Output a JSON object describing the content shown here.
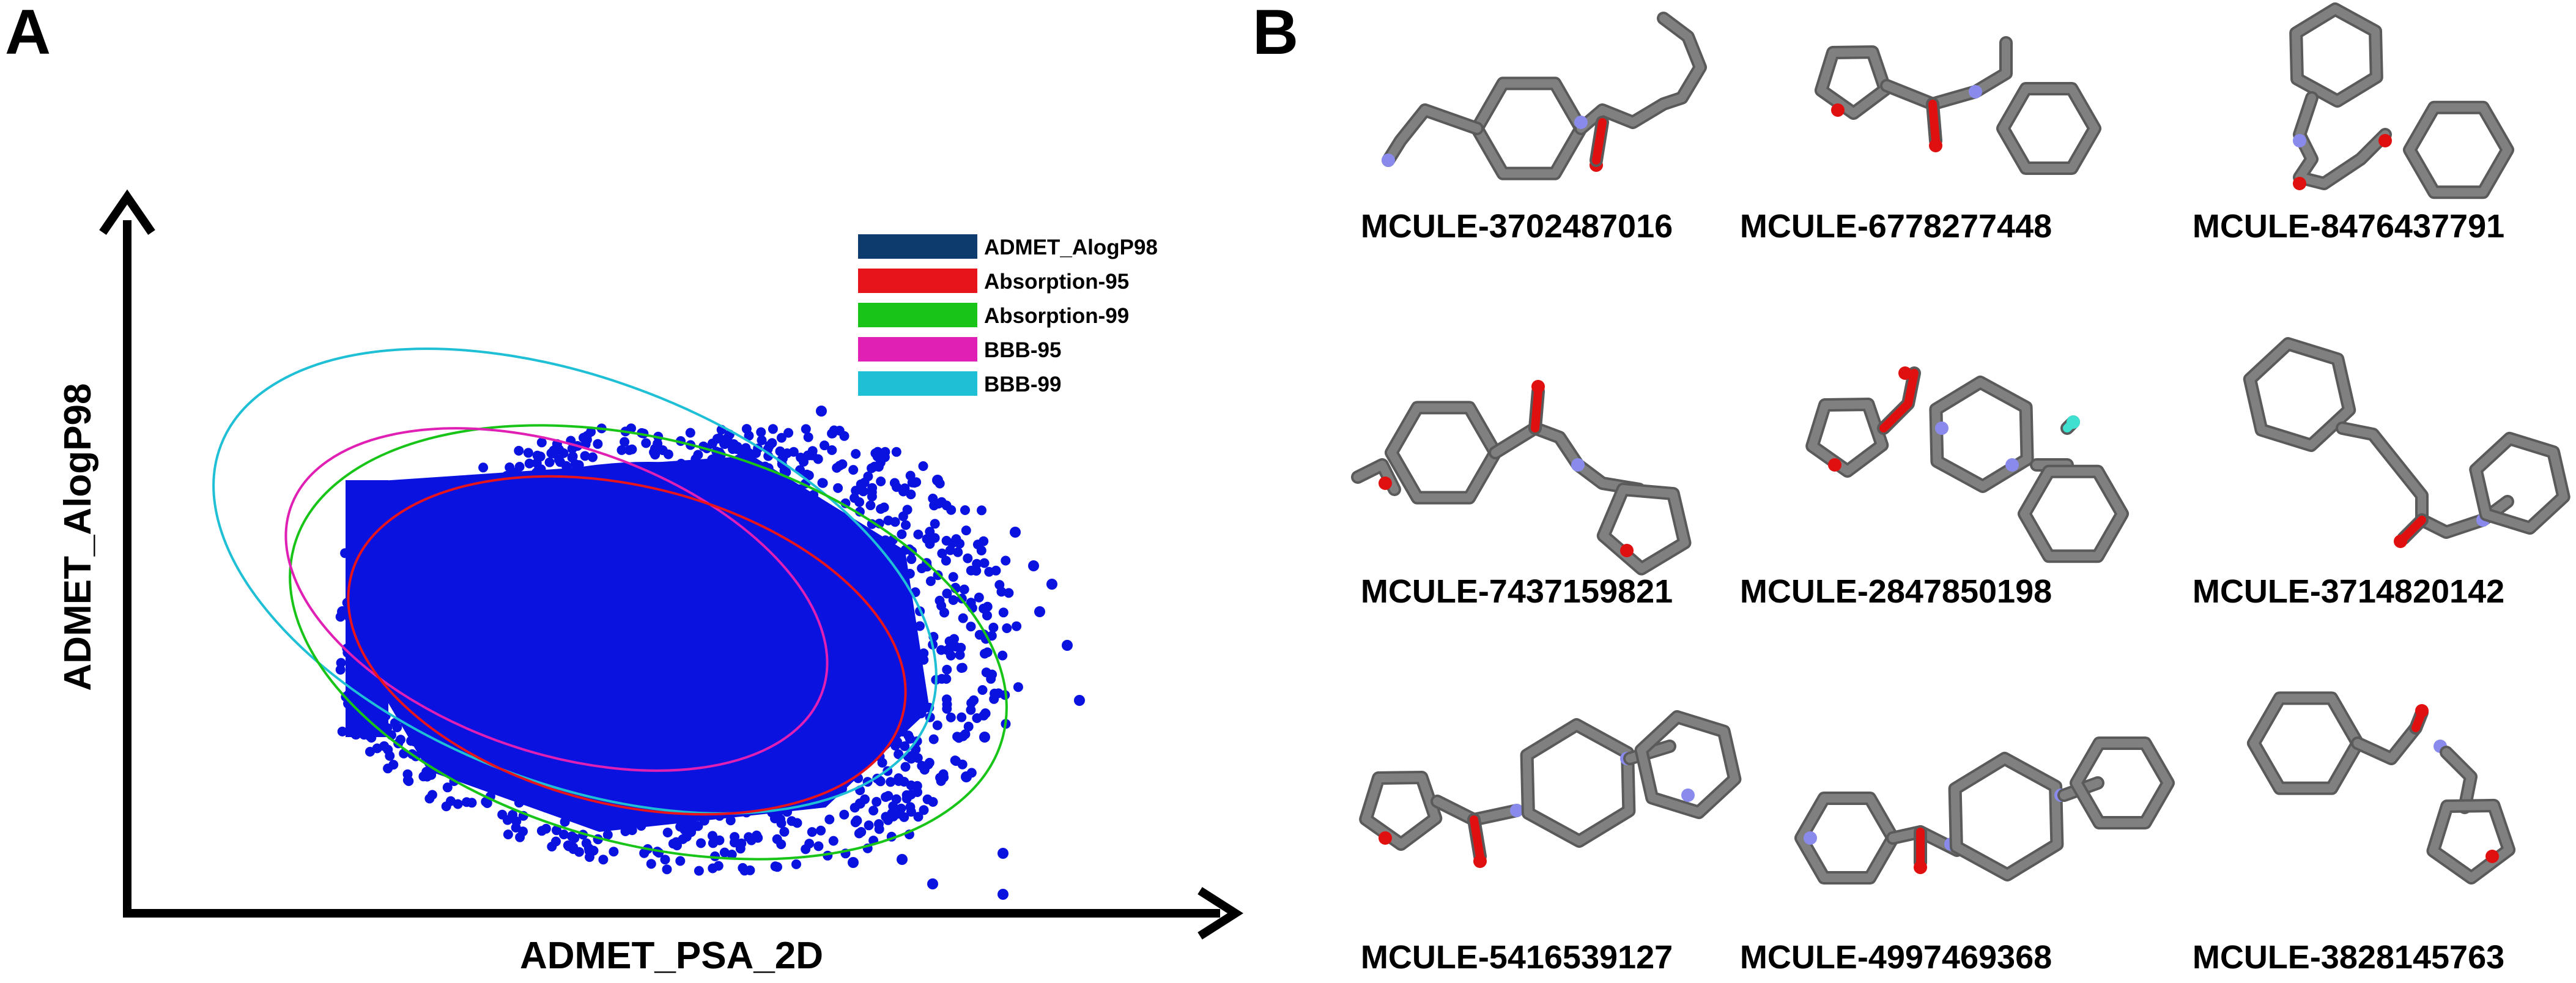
{
  "panel_a": {
    "label": "A"
  },
  "panel_b": {
    "label": "B"
  },
  "chart_data": {
    "type": "scatter",
    "title": "",
    "xlabel": "ADMET_PSA_2D",
    "ylabel": "ADMET_AlogP98",
    "axis_ticks_shown": false,
    "grid": false,
    "legend_position": "top-right",
    "legend": [
      {
        "name": "ADMET_AlogP98",
        "color": "#0d3b6e"
      },
      {
        "name": "Absorption-95",
        "color": "#e8141c"
      },
      {
        "name": "Absorption-99",
        "color": "#18c418"
      },
      {
        "name": "BBB-95",
        "color": "#e020b4"
      },
      {
        "name": "BBB-99",
        "color": "#1fbfd6"
      }
    ],
    "series": [
      {
        "name": "ADMET_AlogP98",
        "color": "#0a12e0",
        "kind": "points"
      }
    ]
  },
  "molecules": [
    {
      "id": "MCULE-3702487016"
    },
    {
      "id": "MCULE-6778277448"
    },
    {
      "id": "MCULE-8476437791"
    },
    {
      "id": "MCULE-7437159821"
    },
    {
      "id": "MCULE-2847850198"
    },
    {
      "id": "MCULE-3714820142"
    },
    {
      "id": "MCULE-5416539127"
    },
    {
      "id": "MCULE-4997469368"
    },
    {
      "id": "MCULE-3828145763"
    }
  ],
  "atom_colors": {
    "carbon": "#808080",
    "oxygen": "#e01010",
    "nitrogen": "#8a8aec",
    "fluorine": "#40e0d0"
  }
}
